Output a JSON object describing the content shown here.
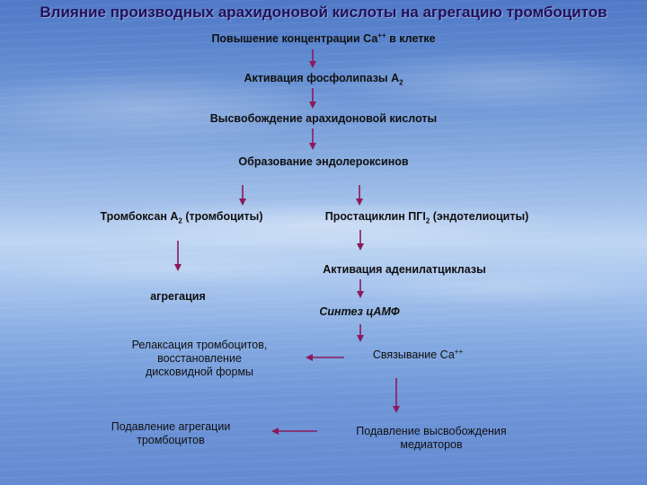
{
  "title": "Влияние производных арахидоновой кислоты на агрегацию тромбоцитов",
  "nodes": {
    "ca_increase": {
      "text": "Повышение концентрации Са",
      "sup": "++",
      "suffix": " в клетке"
    },
    "pla2": {
      "text": "Активация фосфолипазы А",
      "sub": "2"
    },
    "arachidonic_release": {
      "text": "Высвобождение арахидоновой кислоты"
    },
    "endoperoxides": {
      "text": "Образование эндолероксинов"
    },
    "thromboxane": {
      "text": "Тромбоксан А",
      "sub": "2",
      "suffix": " (тромбоциты)"
    },
    "prostacyclin": {
      "text": "Простациклин ПГІ",
      "sub": "2",
      "suffix": " (эндотелиоциты)"
    },
    "adenylate_cyclase": {
      "text": "Активация аденилатциклазы"
    },
    "aggregation": {
      "text": "агрегация"
    },
    "camp": {
      "text": "Синтез цАМФ"
    },
    "relaxation": {
      "lines": [
        "Релаксация тромбоцитов,",
        "восстановление",
        "дисковидной формы"
      ]
    },
    "ca_binding": {
      "text": "Связывание Са",
      "sup": "++"
    },
    "aggregation_suppression": {
      "lines": [
        "Подавление агрегации",
        "тромбоцитов"
      ]
    },
    "mediator_suppression": {
      "lines": [
        "Подавление высвобождения",
        "медиаторов"
      ]
    }
  },
  "colors": {
    "arrow": "#8a1a5c",
    "title": "#24105a"
  }
}
